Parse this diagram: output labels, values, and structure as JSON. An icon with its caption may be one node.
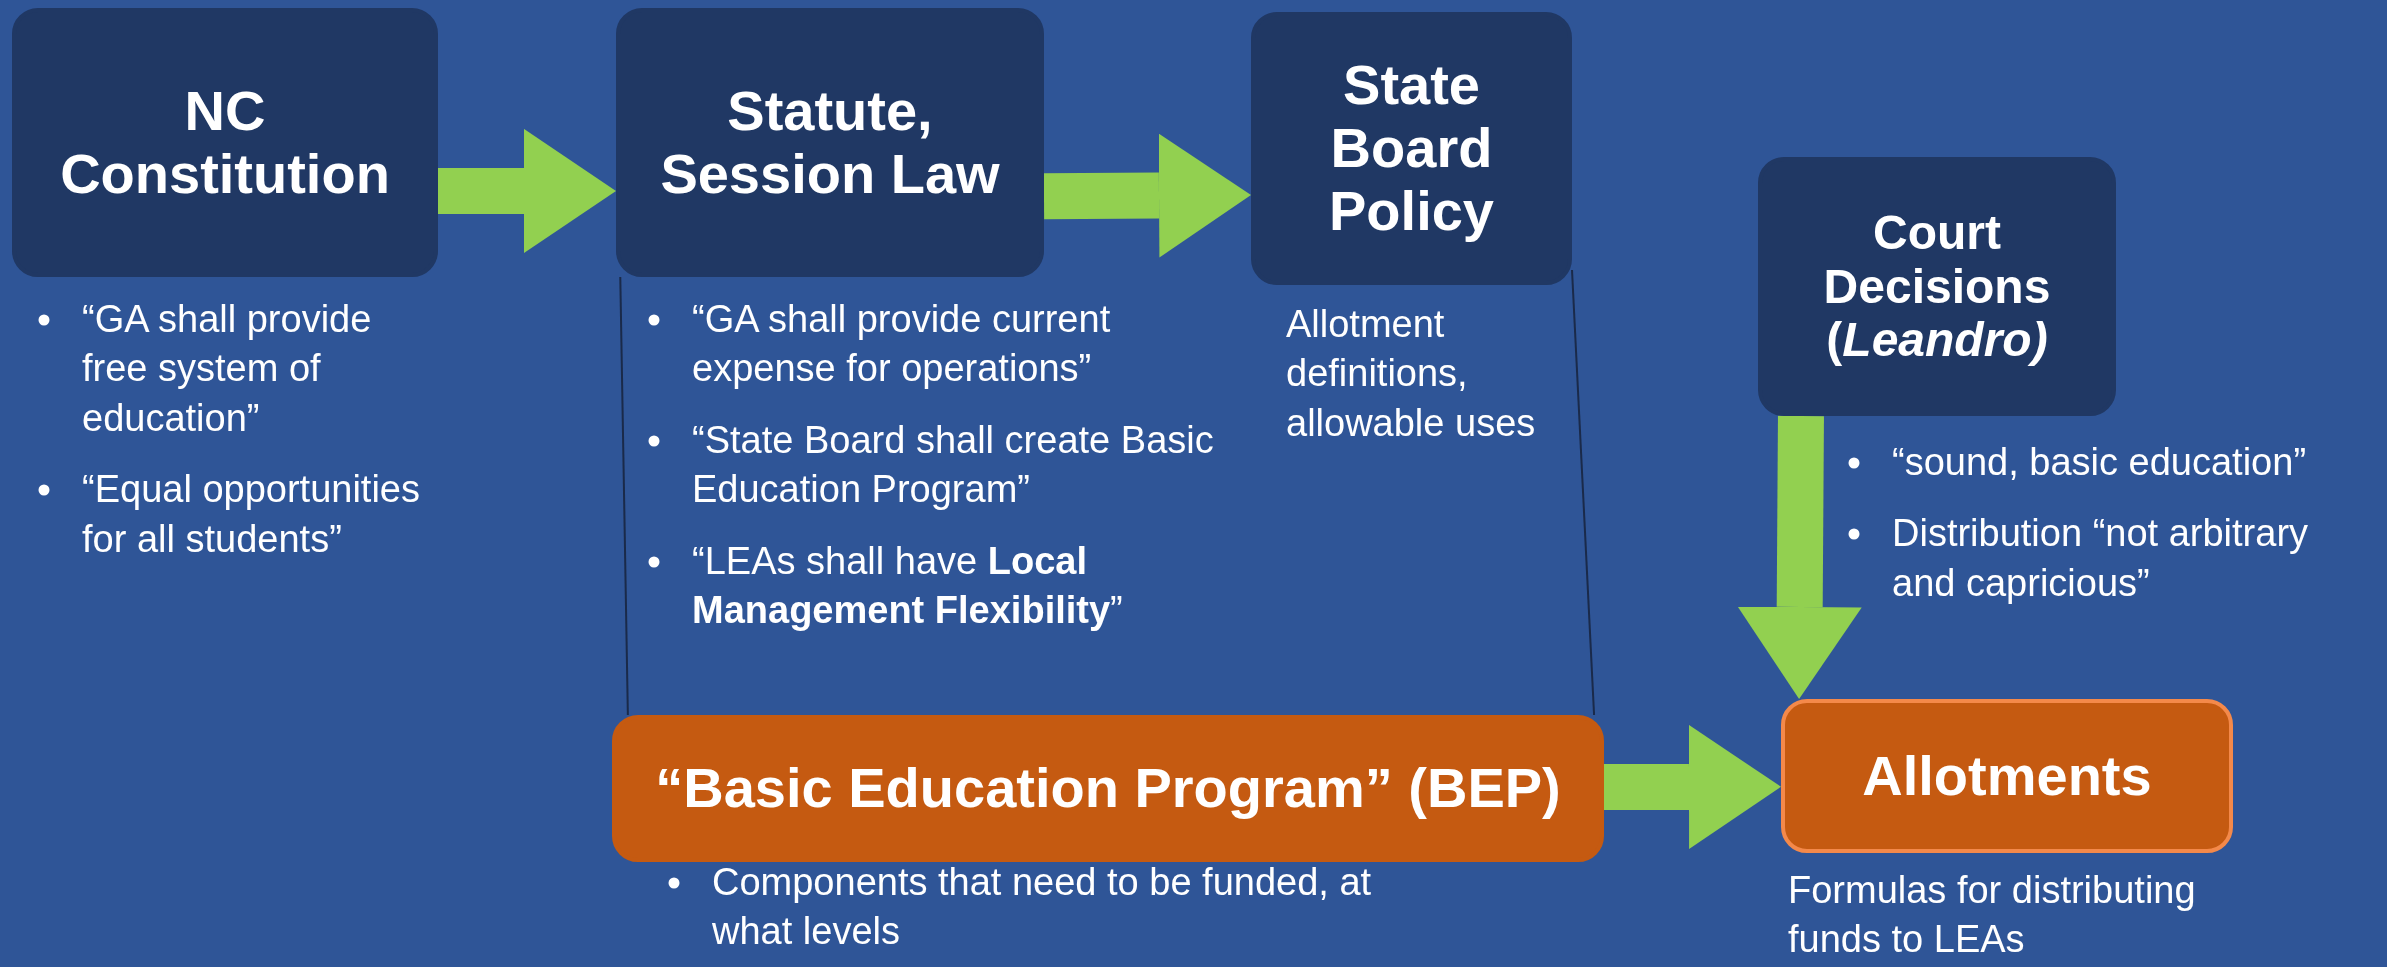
{
  "diagram": {
    "nodes": [
      {
        "text": [
          "NC Constitution"
        ],
        "beside": [
          "“GA shall provide free system of education”",
          "“Equal opportunities for all students”"
        ]
      },
      {
        "text": [
          "Statute, Session Law"
        ],
        "beside": [
          "“GA shall provide current expense for operations”",
          "“State Board shall create Basic Education Program”",
          "“LEAs shall have **Local Management Flexibility**”"
        ]
      },
      {
        "text": [
          "State Board Policy"
        ],
        "beside": [
          "Allotment definitions, allowable uses"
        ]
      },
      {
        "text": [
          "Court Decisions (*Leandro)*"
        ],
        "beside": [
          "“sound, basic education”",
          "Distribution “not arbitrary and capricious”"
        ]
      },
      {
        "text": [
          "“Basic Education Program” (BEP)"
        ],
        "beside": [
          "Components that need to be funded, at what levels"
        ]
      },
      {
        "text": [
          "Allotments"
        ],
        "beside": [
          "Formulas for distributing funds to LEAs"
        ]
      }
    ],
    "edges": [
      {
        "from": 0,
        "to": 1,
        "arrow": "to"
      },
      {
        "from": 1,
        "to": 2,
        "arrow": "to"
      },
      {
        "from": 1,
        "to": 4,
        "arrow": "none",
        "color": "#1a2a4a"
      },
      {
        "from": 2,
        "to": 4,
        "arrow": "none",
        "color": "#1a2a4a"
      },
      {
        "from": 3,
        "to": 5,
        "arrow": "to"
      },
      {
        "from": 4,
        "to": 5,
        "arrow": "to"
      }
    ]
  }
}
